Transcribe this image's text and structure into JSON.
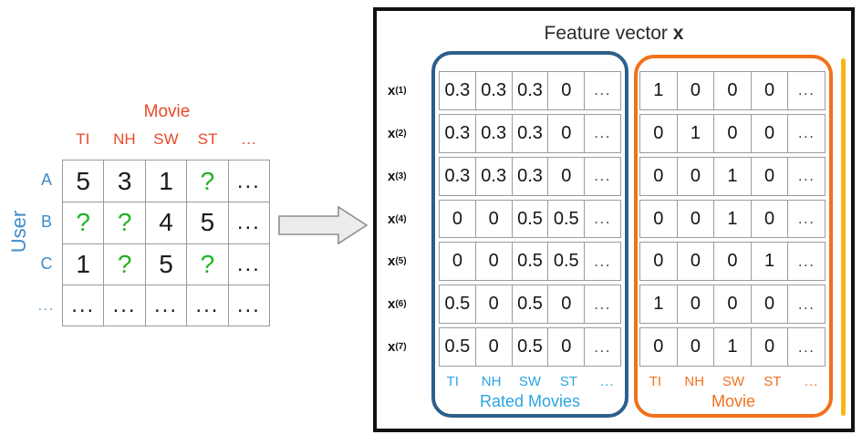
{
  "left": {
    "corner_title": "Movie",
    "row_axis_label": "User",
    "columns": [
      "TI",
      "NH",
      "SW",
      "ST",
      "..."
    ],
    "rows": [
      {
        "user": "A",
        "cells": [
          {
            "v": "5",
            "q": false
          },
          {
            "v": "3",
            "q": false
          },
          {
            "v": "1",
            "q": false
          },
          {
            "v": "?",
            "q": true
          },
          {
            "v": "...",
            "q": false,
            "el": true
          }
        ]
      },
      {
        "user": "B",
        "cells": [
          {
            "v": "?",
            "q": true
          },
          {
            "v": "?",
            "q": true
          },
          {
            "v": "4",
            "q": false
          },
          {
            "v": "5",
            "q": false
          },
          {
            "v": "...",
            "q": false,
            "el": true
          }
        ]
      },
      {
        "user": "C",
        "cells": [
          {
            "v": "1",
            "q": false
          },
          {
            "v": "?",
            "q": true
          },
          {
            "v": "5",
            "q": false
          },
          {
            "v": "?",
            "q": true
          },
          {
            "v": "...",
            "q": false,
            "el": true
          }
        ]
      },
      {
        "user": "...",
        "cells": [
          {
            "v": "...",
            "q": false,
            "el": true
          },
          {
            "v": "...",
            "q": false,
            "el": true
          },
          {
            "v": "...",
            "q": false,
            "el": true
          },
          {
            "v": "...",
            "q": false,
            "el": true
          },
          {
            "v": "...",
            "q": false,
            "el": true
          }
        ]
      }
    ]
  },
  "arrow": {
    "name": "transform-arrow"
  },
  "right": {
    "title_prefix": "Feature vector ",
    "title_symbol": "x",
    "row_labels": [
      "1",
      "2",
      "3",
      "4",
      "5",
      "6",
      "7"
    ],
    "groups": [
      {
        "id": "rated",
        "name": "Rated Movies",
        "columns": [
          "TI",
          "NH",
          "SW",
          "ST",
          "..."
        ],
        "color": "#29a5e3",
        "border_color": "#2d5f8b",
        "rows": [
          [
            "0.3",
            "0.3",
            "0.3",
            "0",
            "..."
          ],
          [
            "0.3",
            "0.3",
            "0.3",
            "0",
            "..."
          ],
          [
            "0.3",
            "0.3",
            "0.3",
            "0",
            "..."
          ],
          [
            "0",
            "0",
            "0.5",
            "0.5",
            "..."
          ],
          [
            "0",
            "0",
            "0.5",
            "0.5",
            "..."
          ],
          [
            "0.5",
            "0",
            "0.5",
            "0",
            "..."
          ],
          [
            "0.5",
            "0",
            "0.5",
            "0",
            "..."
          ]
        ]
      },
      {
        "id": "movie",
        "name": "Movie",
        "columns": [
          "TI",
          "NH",
          "SW",
          "ST",
          "..."
        ],
        "color": "#f2711c",
        "border_color": "#f2711c",
        "rows": [
          [
            "1",
            "0",
            "0",
            "0",
            "..."
          ],
          [
            "0",
            "1",
            "0",
            "0",
            "..."
          ],
          [
            "0",
            "0",
            "1",
            "0",
            "..."
          ],
          [
            "0",
            "0",
            "1",
            "0",
            "..."
          ],
          [
            "0",
            "0",
            "0",
            "1",
            "..."
          ],
          [
            "1",
            "0",
            "0",
            "0",
            "..."
          ],
          [
            "0",
            "0",
            "1",
            "0",
            "..."
          ]
        ]
      }
    ],
    "third_group_edge_color": "#f9b615"
  },
  "colors": {
    "movie_header": "#e8492a",
    "user_label": "#3f8ccb",
    "missing_rating": "#22b422",
    "rated_group": "#2d5f8b",
    "movie_group": "#f2711c",
    "panel_border": "#111111"
  }
}
